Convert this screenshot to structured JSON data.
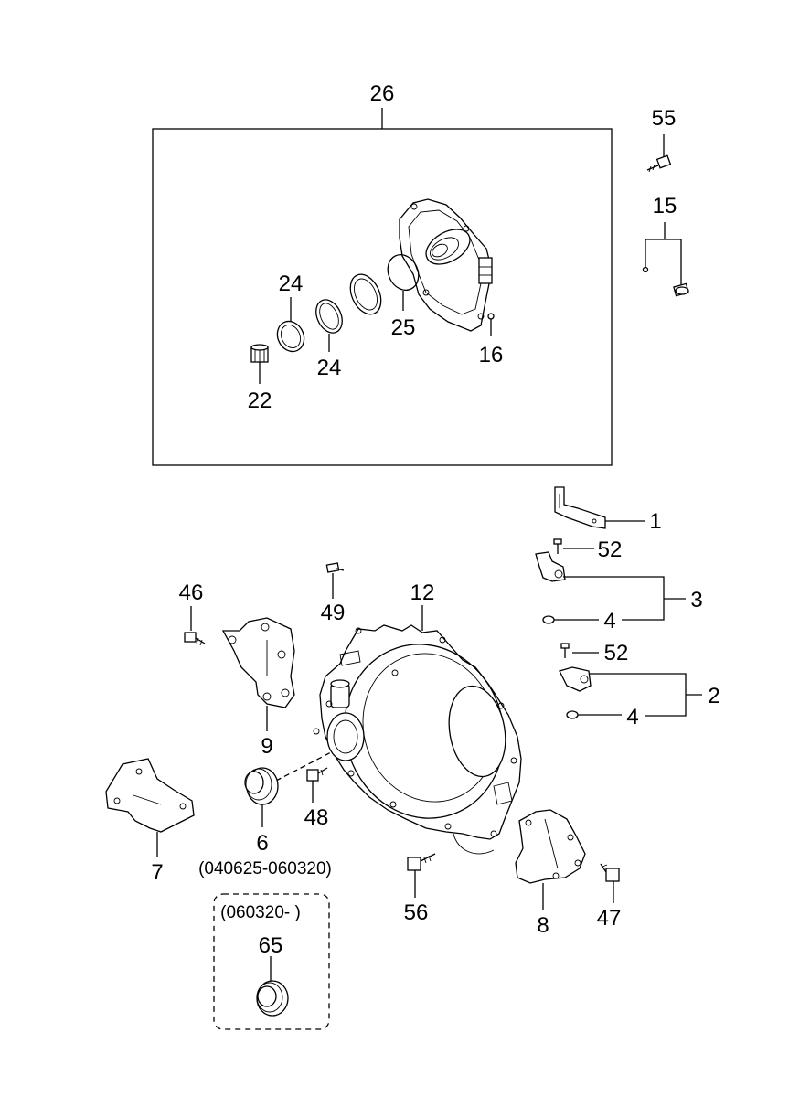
{
  "callouts": {
    "c26": "26",
    "c55": "55",
    "c15": "15",
    "c24a": "24",
    "c24b": "24",
    "c25": "25",
    "c16": "16",
    "c22": "22",
    "c1": "1",
    "c52a": "52",
    "c3": "3",
    "c4a": "4",
    "c52b": "52",
    "c2": "2",
    "c4b": "4",
    "c46": "46",
    "c49": "49",
    "c12": "12",
    "c9": "9",
    "c48": "48",
    "c6": "6",
    "c7": "7",
    "c56": "56",
    "c8": "8",
    "c47": "47",
    "c65": "65"
  },
  "notes": {
    "part6_range": "(040625-060320)",
    "part65_range": "(060320- )"
  }
}
